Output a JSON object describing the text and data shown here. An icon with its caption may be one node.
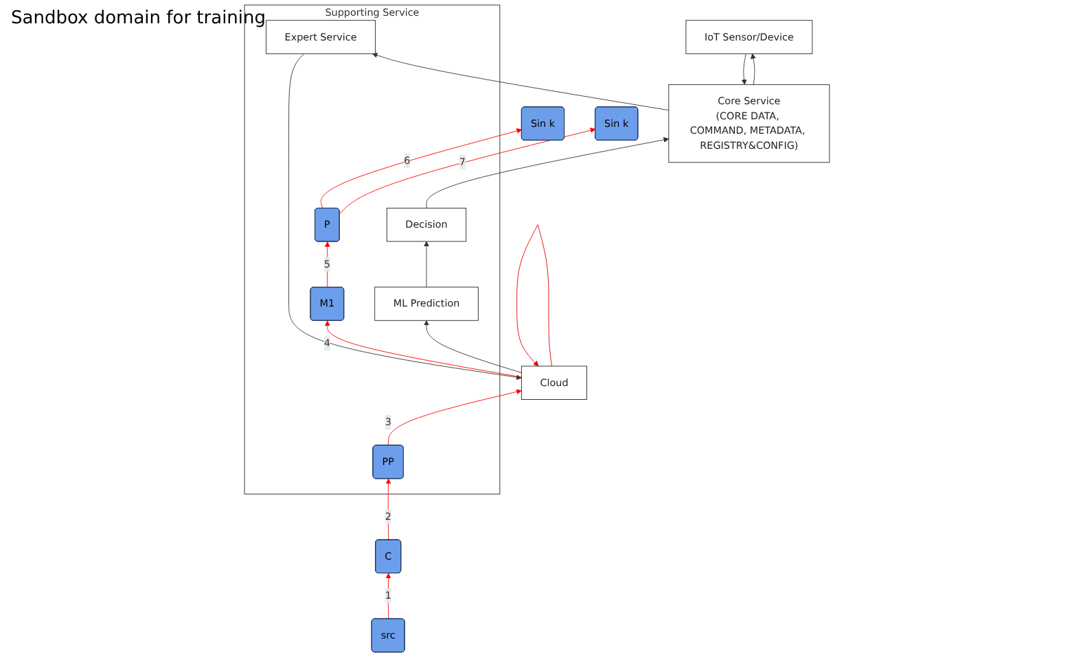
{
  "diagram": {
    "nodes": [
      {
        "text": [
          "Cloud"
        ]
      },
      {
        "text": [
          "Supporting Service"
        ]
      },
      {
        "text": [
          "Expert Service"
        ],
        "in": 1
      },
      {
        "text": [
          "PP"
        ],
        "in": 1
      },
      {
        "text": [
          "M1"
        ],
        "in": 1
      },
      {
        "text": [
          "ML Prediction"
        ],
        "in": 1
      },
      {
        "text": [
          "P"
        ],
        "in": 1
      },
      {
        "text": [
          "Decision"
        ],
        "in": 1
      },
      {
        "text": [
          "Core Service",
          "(CORE DATA, COMMAND, METADATA, REGISTRY&CONFIG)"
        ]
      },
      {
        "text": [
          "C"
        ]
      },
      {
        "text": [
          "Sin k"
        ]
      },
      {
        "text": [
          "IoT Sensor/Device"
        ]
      },
      {
        "text": [
          "src"
        ]
      },
      {
        "text": [
          "Sin k"
        ]
      }
    ],
    "edges": [
      {
        "from": 0,
        "to": 0,
        "arrow": "to",
        "color": "#e00000"
      },
      {
        "from": 2,
        "to": 0,
        "arrow": "to"
      },
      {
        "from": 0,
        "to": 5,
        "arrow": "to"
      },
      {
        "from": 5,
        "to": 7,
        "arrow": "to"
      },
      {
        "from": 8,
        "to": 2,
        "arrow": "to"
      },
      {
        "from": 7,
        "to": 8,
        "arrow": "to"
      },
      {
        "from": 11,
        "to": 8,
        "arrow": "to"
      },
      {
        "from": 8,
        "to": 11,
        "arrow": "to"
      },
      {
        "from": 12,
        "to": 9,
        "arrow": "to",
        "label": "1",
        "color": "#ff0000"
      },
      {
        "from": 9,
        "to": 3,
        "arrow": "to",
        "label": "2",
        "color": "#ff0000"
      },
      {
        "from": 3,
        "to": 0,
        "arrow": "to",
        "label": "3",
        "color": "#ff0000"
      },
      {
        "from": 0,
        "to": 4,
        "arrow": "to",
        "label": "4",
        "color": "#ff0000"
      },
      {
        "from": 4,
        "to": 6,
        "arrow": "to",
        "label": "5",
        "color": "#ff0000"
      },
      {
        "from": 6,
        "to": 10,
        "arrow": "to",
        "label": "6",
        "color": "#ff0000"
      },
      {
        "from": 6,
        "to": 13,
        "arrow": "to",
        "label": "7",
        "color": "#ff0000"
      }
    ],
    "labels": [
      "Sandbox domain for training"
    ]
  }
}
